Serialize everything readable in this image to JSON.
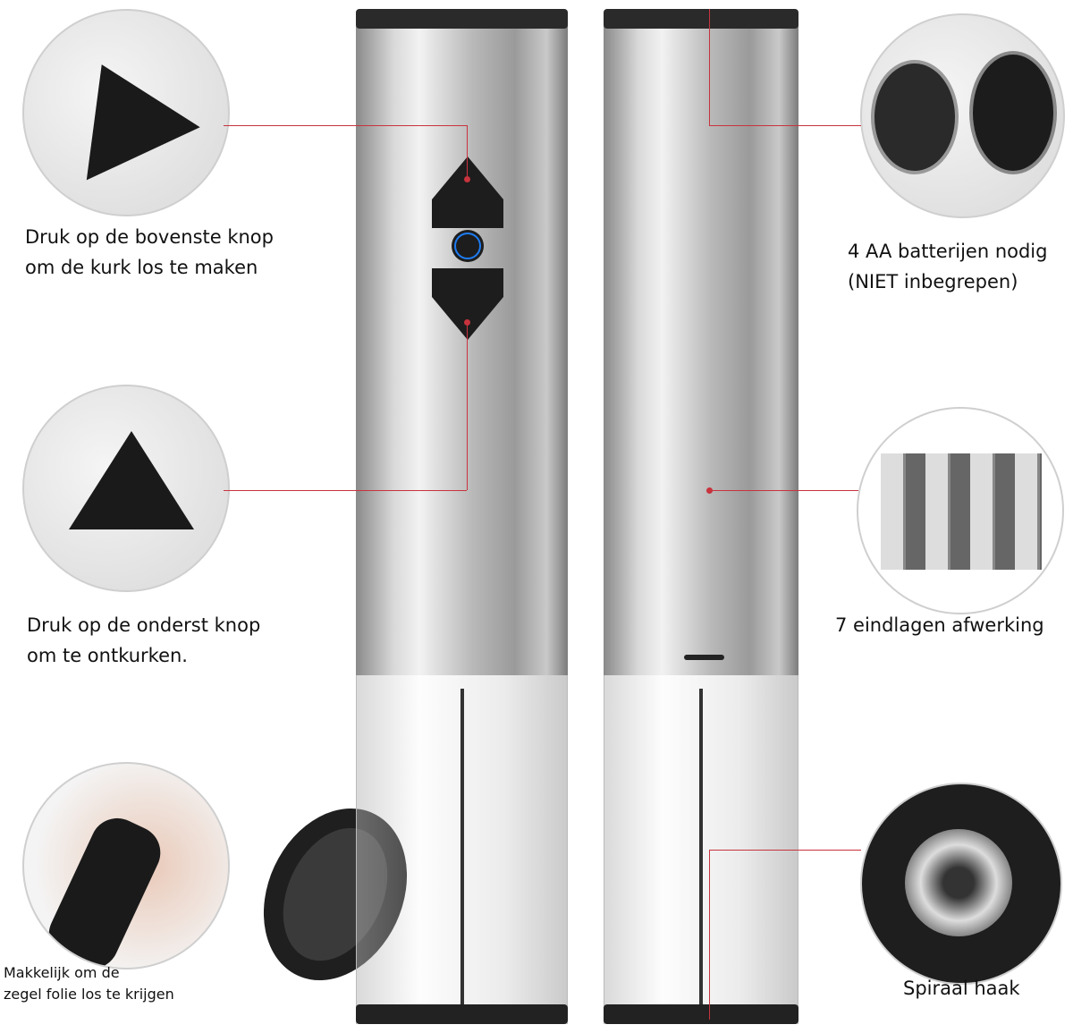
{
  "callouts": {
    "top_button": [
      "Druk op de bovenste knop",
      "om de kurk los te maken"
    ],
    "bottom_button": [
      "Druk op de onderst knop",
      "om te ontkurken."
    ],
    "foil_cutter": [
      "Makkelijk om de",
      "zegel folie los te krijgen"
    ],
    "batteries": [
      "4 AA batterijen nodig",
      "(NIET inbegrepen)"
    ],
    "finish": [
      "7 eindlagen afwerking"
    ],
    "spiral": [
      "Spiraal haak"
    ]
  },
  "colors": {
    "accent_line": "#c8333d",
    "power_led": "#1e7cf2"
  }
}
